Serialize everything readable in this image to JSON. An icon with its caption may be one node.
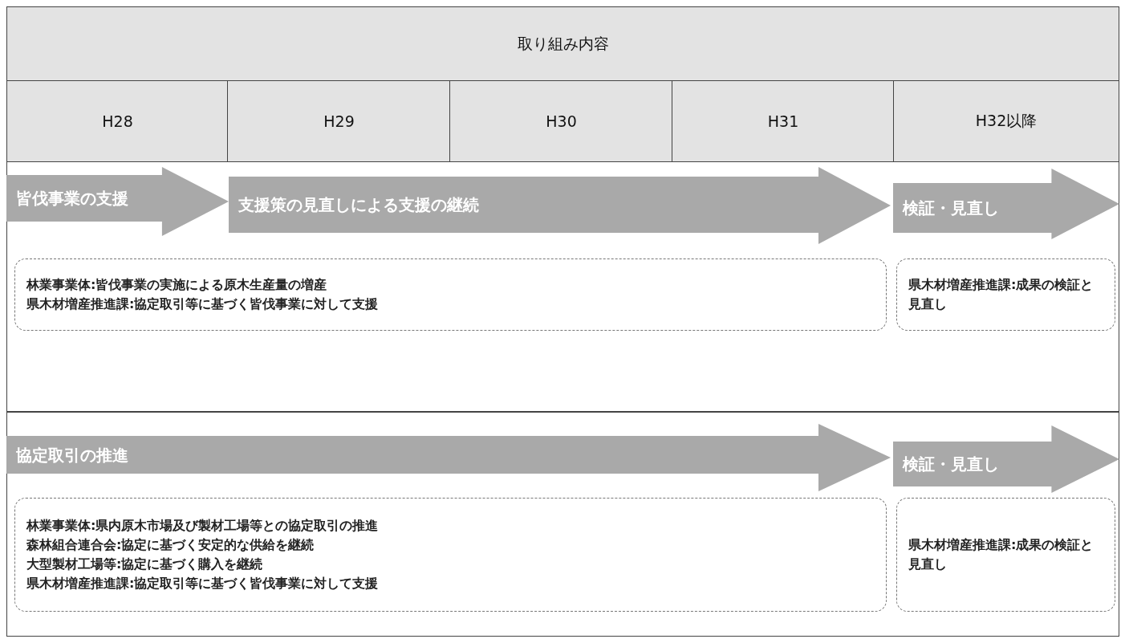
{
  "diagram": {
    "nodes": [
      {
        "text": [
          "取り組み内容"
        ]
      },
      {
        "text": [
          "H28"
        ]
      },
      {
        "text": [
          "H29"
        ]
      },
      {
        "text": [
          "H30"
        ]
      },
      {
        "text": [
          "H31"
        ]
      },
      {
        "text": [
          "H32以降"
        ]
      },
      {
        "text": [
          "皆伐事業の支援"
        ]
      },
      {
        "text": [
          "支援策の見直しによる支援の継続"
        ]
      },
      {
        "text": [
          "検証・見直し"
        ]
      },
      {
        "text": [
          "林業事業体:皆伐事業の実施による原木生産量の増産",
          "県木材増産推進課:協定取引等に基づく皆伐事業に対して支援"
        ]
      },
      {
        "text": [
          "県木材増産推進課:成果の検証と見直し"
        ]
      },
      {
        "text": [
          "協定取引の推進"
        ]
      },
      {
        "text": [
          "検証・見直し"
        ]
      },
      {
        "text": [
          "林業事業体:県内原木市場及び製材工場等との協定取引の推進",
          "森林組合連合会:協定に基づく安定的な供給を継続",
          "大型製材工場等:協定に基づく購入を継続",
          "県木材増産推進課:協定取引等に基づく皆伐事業に対して支援"
        ]
      },
      {
        "text": [
          "県木材増産推進課:成果の検証と見直し"
        ]
      }
    ]
  }
}
